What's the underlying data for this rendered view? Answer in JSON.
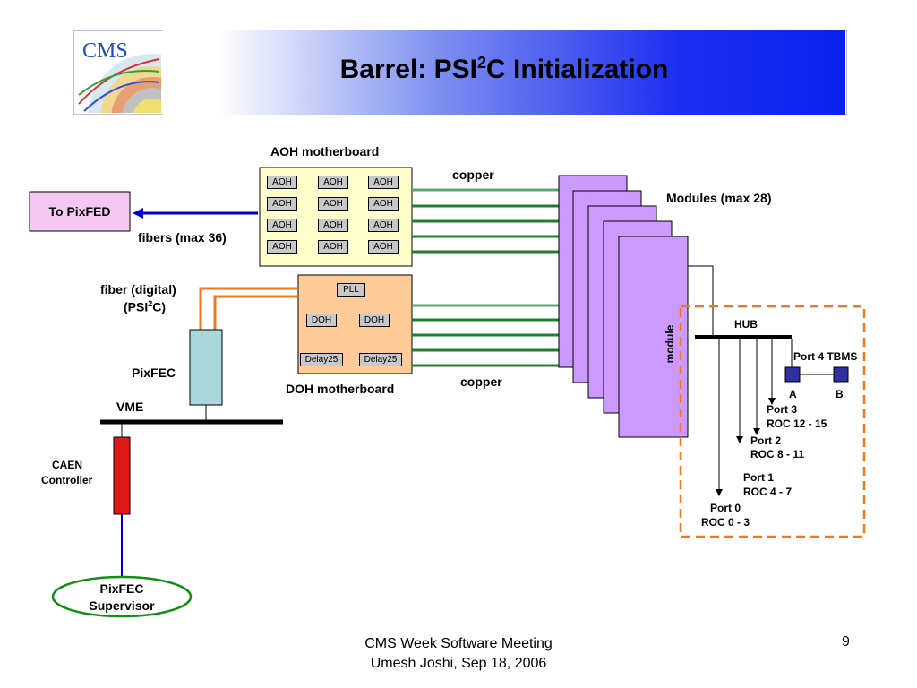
{
  "slide": {
    "title_main": "Barrel: PSI",
    "title_sup": "2",
    "title_rest": "C Initialization",
    "logo_text": "CMS",
    "footer_line1": "CMS Week Software Meeting",
    "footer_line2": "Umesh Joshi, Sep 18, 2006",
    "page_number": "9"
  },
  "diagram": {
    "aoh_motherboard_label": "AOH motherboard",
    "aoh_chip": "AOH",
    "copper_top": "copper",
    "copper_bottom": "copper",
    "modules_label": "Modules (max 28)",
    "to_pixfed": "To PixFED",
    "fibers_label": "fibers (max 36)",
    "fiber_digital_line1": "fiber (digital)",
    "fiber_digital_line2_pre": "(PSI",
    "fiber_digital_line2_sup": "2",
    "fiber_digital_line2_post": "C)",
    "pll": "PLL",
    "doh": "DOH",
    "delay25": "Delay25",
    "doh_motherboard_label": "DOH motherboard",
    "pixfec": "PixFEC",
    "vme": "VME",
    "caen_line1": "CAEN",
    "caen_line2": "Controller",
    "supervisor_line1": "PixFEC",
    "supervisor_line2": "Supervisor",
    "module_label": "module",
    "hub": "HUB",
    "port4": "Port 4 TBMS",
    "tbm_a": "A",
    "tbm_b": "B",
    "port3": "Port 3",
    "port3_roc": "ROC 12 - 15",
    "port2": "Port 2",
    "port2_roc": "ROC 8 - 11",
    "port1": "Port 1",
    "port1_roc": "ROC 4 - 7",
    "port0": "Port 0",
    "port0_roc": "ROC 0 - 3"
  },
  "colors": {
    "fiber_blue": "#0000c8",
    "fiber_orange": "#f07820",
    "copper_green": "#208030",
    "module_purple": "#cc99ff",
    "aoh_board": "#ffffcc",
    "doh_board": "#ffcc99",
    "pixfec_box": "#a8d8dc",
    "caen_red": "#e01818",
    "supervisor_green": "#109010",
    "tbm_blue": "#3030a0",
    "hub_dash": "#f07820"
  }
}
